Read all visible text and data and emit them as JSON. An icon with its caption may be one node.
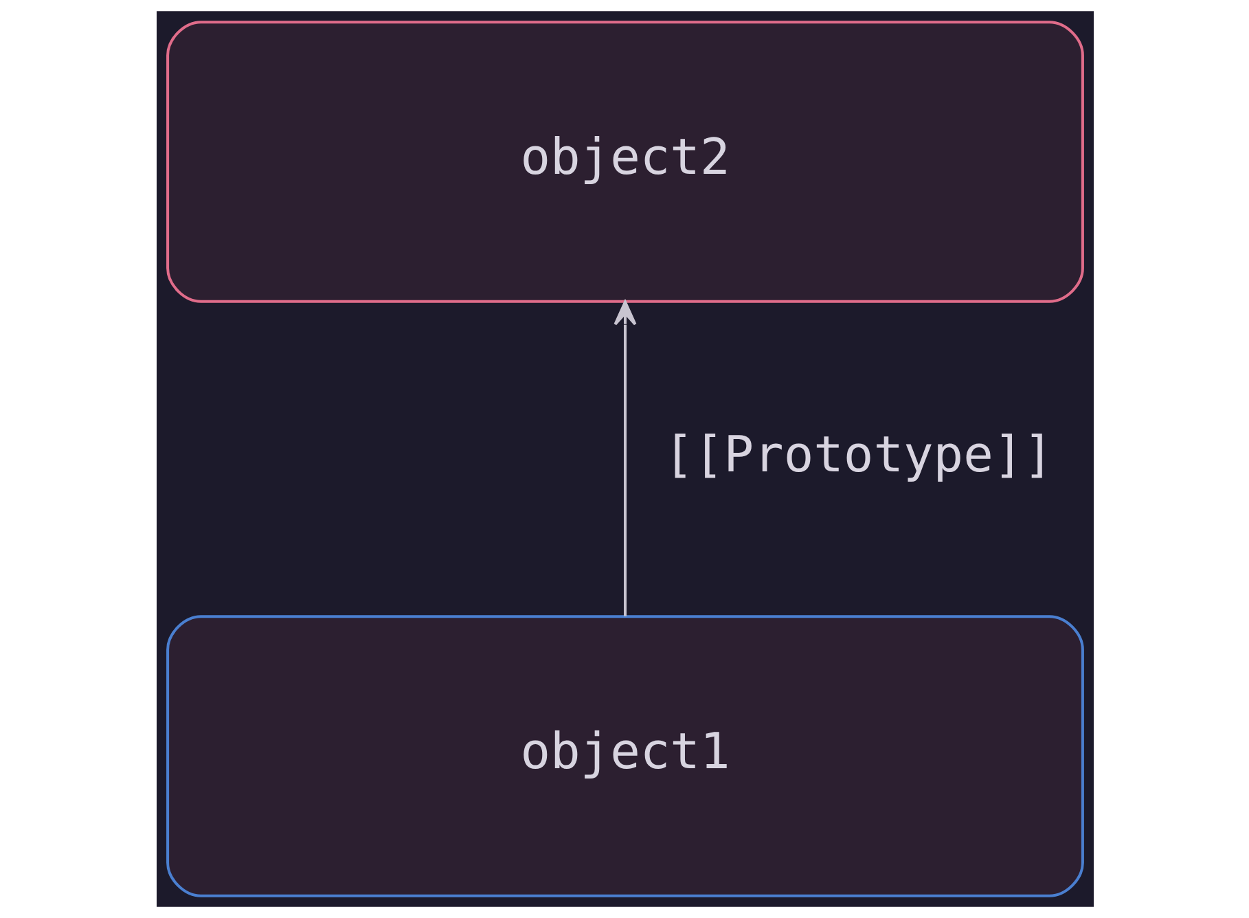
{
  "diagram": {
    "nodes": [
      {
        "text": [
          "object2"
        ]
      },
      {
        "text": [
          "object1"
        ]
      }
    ],
    "edges": [
      {
        "from": 1,
        "to": 0,
        "arrow": "to",
        "label": "[[Prototype]]"
      }
    ]
  }
}
